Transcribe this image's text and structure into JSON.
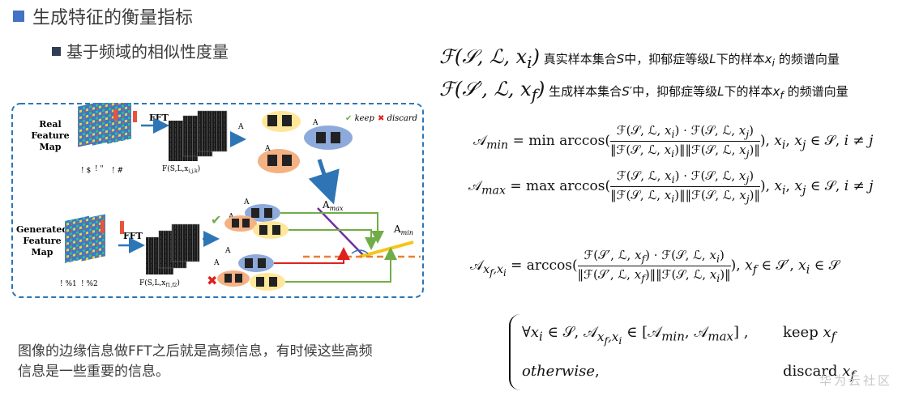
{
  "heading": "生成特征的衡量指标",
  "subheading": "基于频域的相似性度量",
  "note": "图像的边缘信息做FFT之后就是高频信息，有时候这些高频信息是一些重要的信息。",
  "definitions": [
    {
      "prefix": "F(S, L, x",
      "sub": "i",
      "suffix": ")",
      "text_a": "真实样本集合",
      "set": "S",
      "text_b": "中，抑郁症等级",
      "level": "L",
      "text_c": "下的样本",
      "x": "x",
      "xsub": "i",
      "text_d": "的频谱向量"
    },
    {
      "prefix": "F(S′, L, x",
      "sub": "f",
      "suffix": ")",
      "text_a": "生成样本集合",
      "set": "S′",
      "text_b": "中，抑郁症等级",
      "level": "L",
      "text_c": "下的样本",
      "x": "x",
      "xsub": "f",
      "text_d": "的频谱向量"
    }
  ],
  "diagram": {
    "real_label": "Real Feature Map",
    "generated_label": "Generated Feature Map",
    "fft": "FFT",
    "real_fft_caption": "F(S,L,x",
    "gen_fft_caption": "F(S,L,x",
    "keep": "keep",
    "discard": "discard",
    "a_max": "A",
    "a_max_sub": "max",
    "a_min": "A",
    "a_min_sub": "min",
    "real_marks": [
      "$",
      "\"",
      "#"
    ],
    "gen_marks": [
      "%1",
      "%2"
    ]
  },
  "formulas": {
    "amin": {
      "lhs": "𝒜",
      "lhs_sub": "min",
      "op": "= min arccos(",
      "num": "ℱ(𝒮, ℒ, xᵢ) · ℱ(𝒮, ℒ, xⱼ)",
      "den": "‖ℱ(𝒮, ℒ, xᵢ)‖‖ℱ(𝒮, ℒ, xⱼ)‖",
      "tail": "), xᵢ, xⱼ ∈ 𝒮, i ≠ j"
    },
    "amax": {
      "lhs": "𝒜",
      "lhs_sub": "max",
      "op": "= max arccos(",
      "num": "ℱ(𝒮, ℒ, xᵢ) · ℱ(𝒮, ℒ, xⱼ)",
      "den": "‖ℱ(𝒮, ℒ, xᵢ)‖‖ℱ(𝒮, ℒ, xⱼ)‖",
      "tail": "), xᵢ, xⱼ ∈ 𝒮, i ≠ j"
    },
    "axf": {
      "lhs": "𝒜",
      "lhs_sub": "x_f, x_i",
      "op": "= arccos(",
      "num": "ℱ(𝒮′, ℒ, x_f) · ℱ(𝒮, ℒ, xᵢ)",
      "den": "‖ℱ(𝒮′, ℒ, x_f)‖‖ℱ(𝒮, ℒ, xᵢ)‖",
      "tail": "), x_f ∈ 𝒮′, xᵢ ∈ 𝒮"
    },
    "case1": {
      "cond": "∀xᵢ ∈ 𝒮, 𝒜",
      "cond_sub": "x_f, x_i",
      "range": "∈ [𝒜_min, 𝒜_max] ,",
      "action": "keep x",
      "action_sub": "f"
    },
    "case2": {
      "cond": "otherwise,",
      "action": "discard x",
      "action_sub": "f"
    }
  },
  "watermark": "华为云社区",
  "colors": {
    "accent": "#4472c4",
    "bullet2": "#2f3e55",
    "frame": "#2e75b6",
    "green": "#70ad47",
    "red": "#e02020",
    "orange": "#ed7d31",
    "yellow": "#f5c518",
    "purple": "#7030a0",
    "blue_blob": "#8eaadb",
    "orange_blob": "#f4b183",
    "yellow_blob": "#ffe699"
  }
}
